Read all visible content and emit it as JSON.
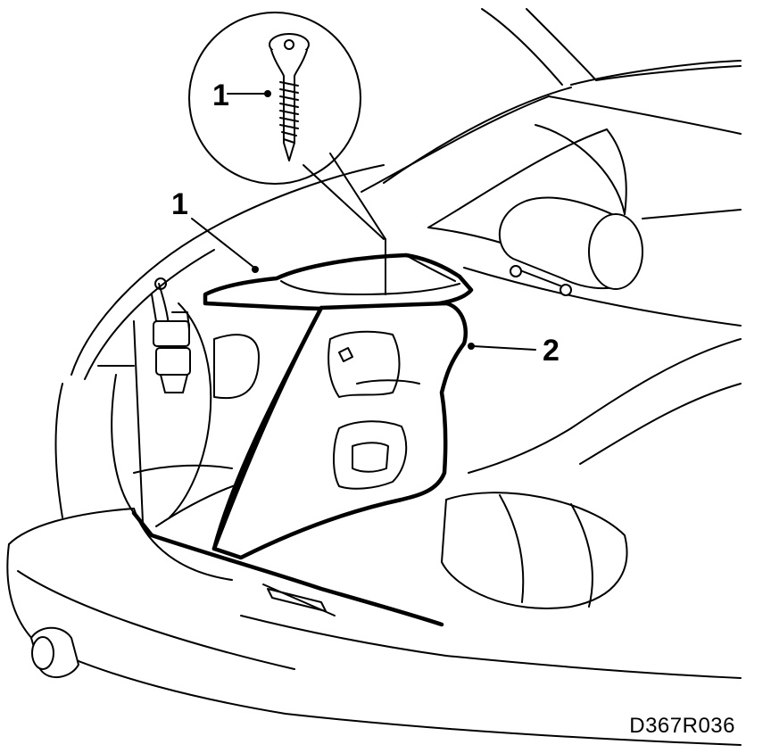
{
  "diagram": {
    "callouts": [
      {
        "id": "screw-detail-label",
        "text": "1"
      },
      {
        "id": "shelf-label",
        "text": "1"
      },
      {
        "id": "trim-panel-label",
        "text": "2"
      }
    ],
    "figure_id": "D367R036"
  }
}
